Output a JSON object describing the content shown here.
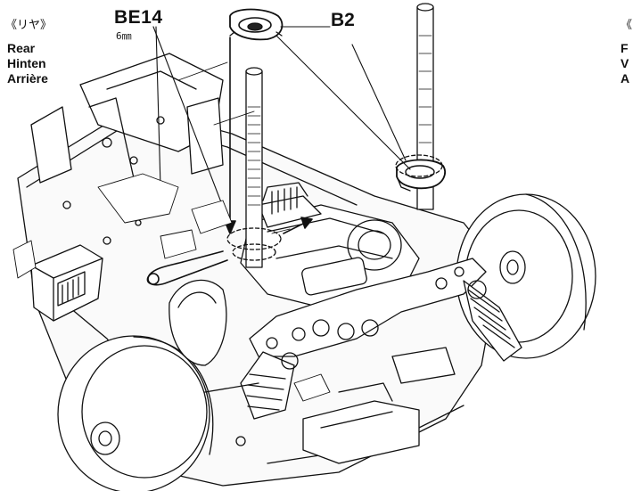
{
  "labels": {
    "rear_jp": "《リヤ》",
    "rear_en": "Rear",
    "rear_de": "Hinten",
    "rear_fr": "Arrière",
    "front_jp_fragment": "《",
    "front_line1": "F",
    "front_line2": "V",
    "front_line3": "A"
  },
  "parts": {
    "be14": "BE14",
    "be14_size": "6㎜",
    "b2": "B2"
  }
}
